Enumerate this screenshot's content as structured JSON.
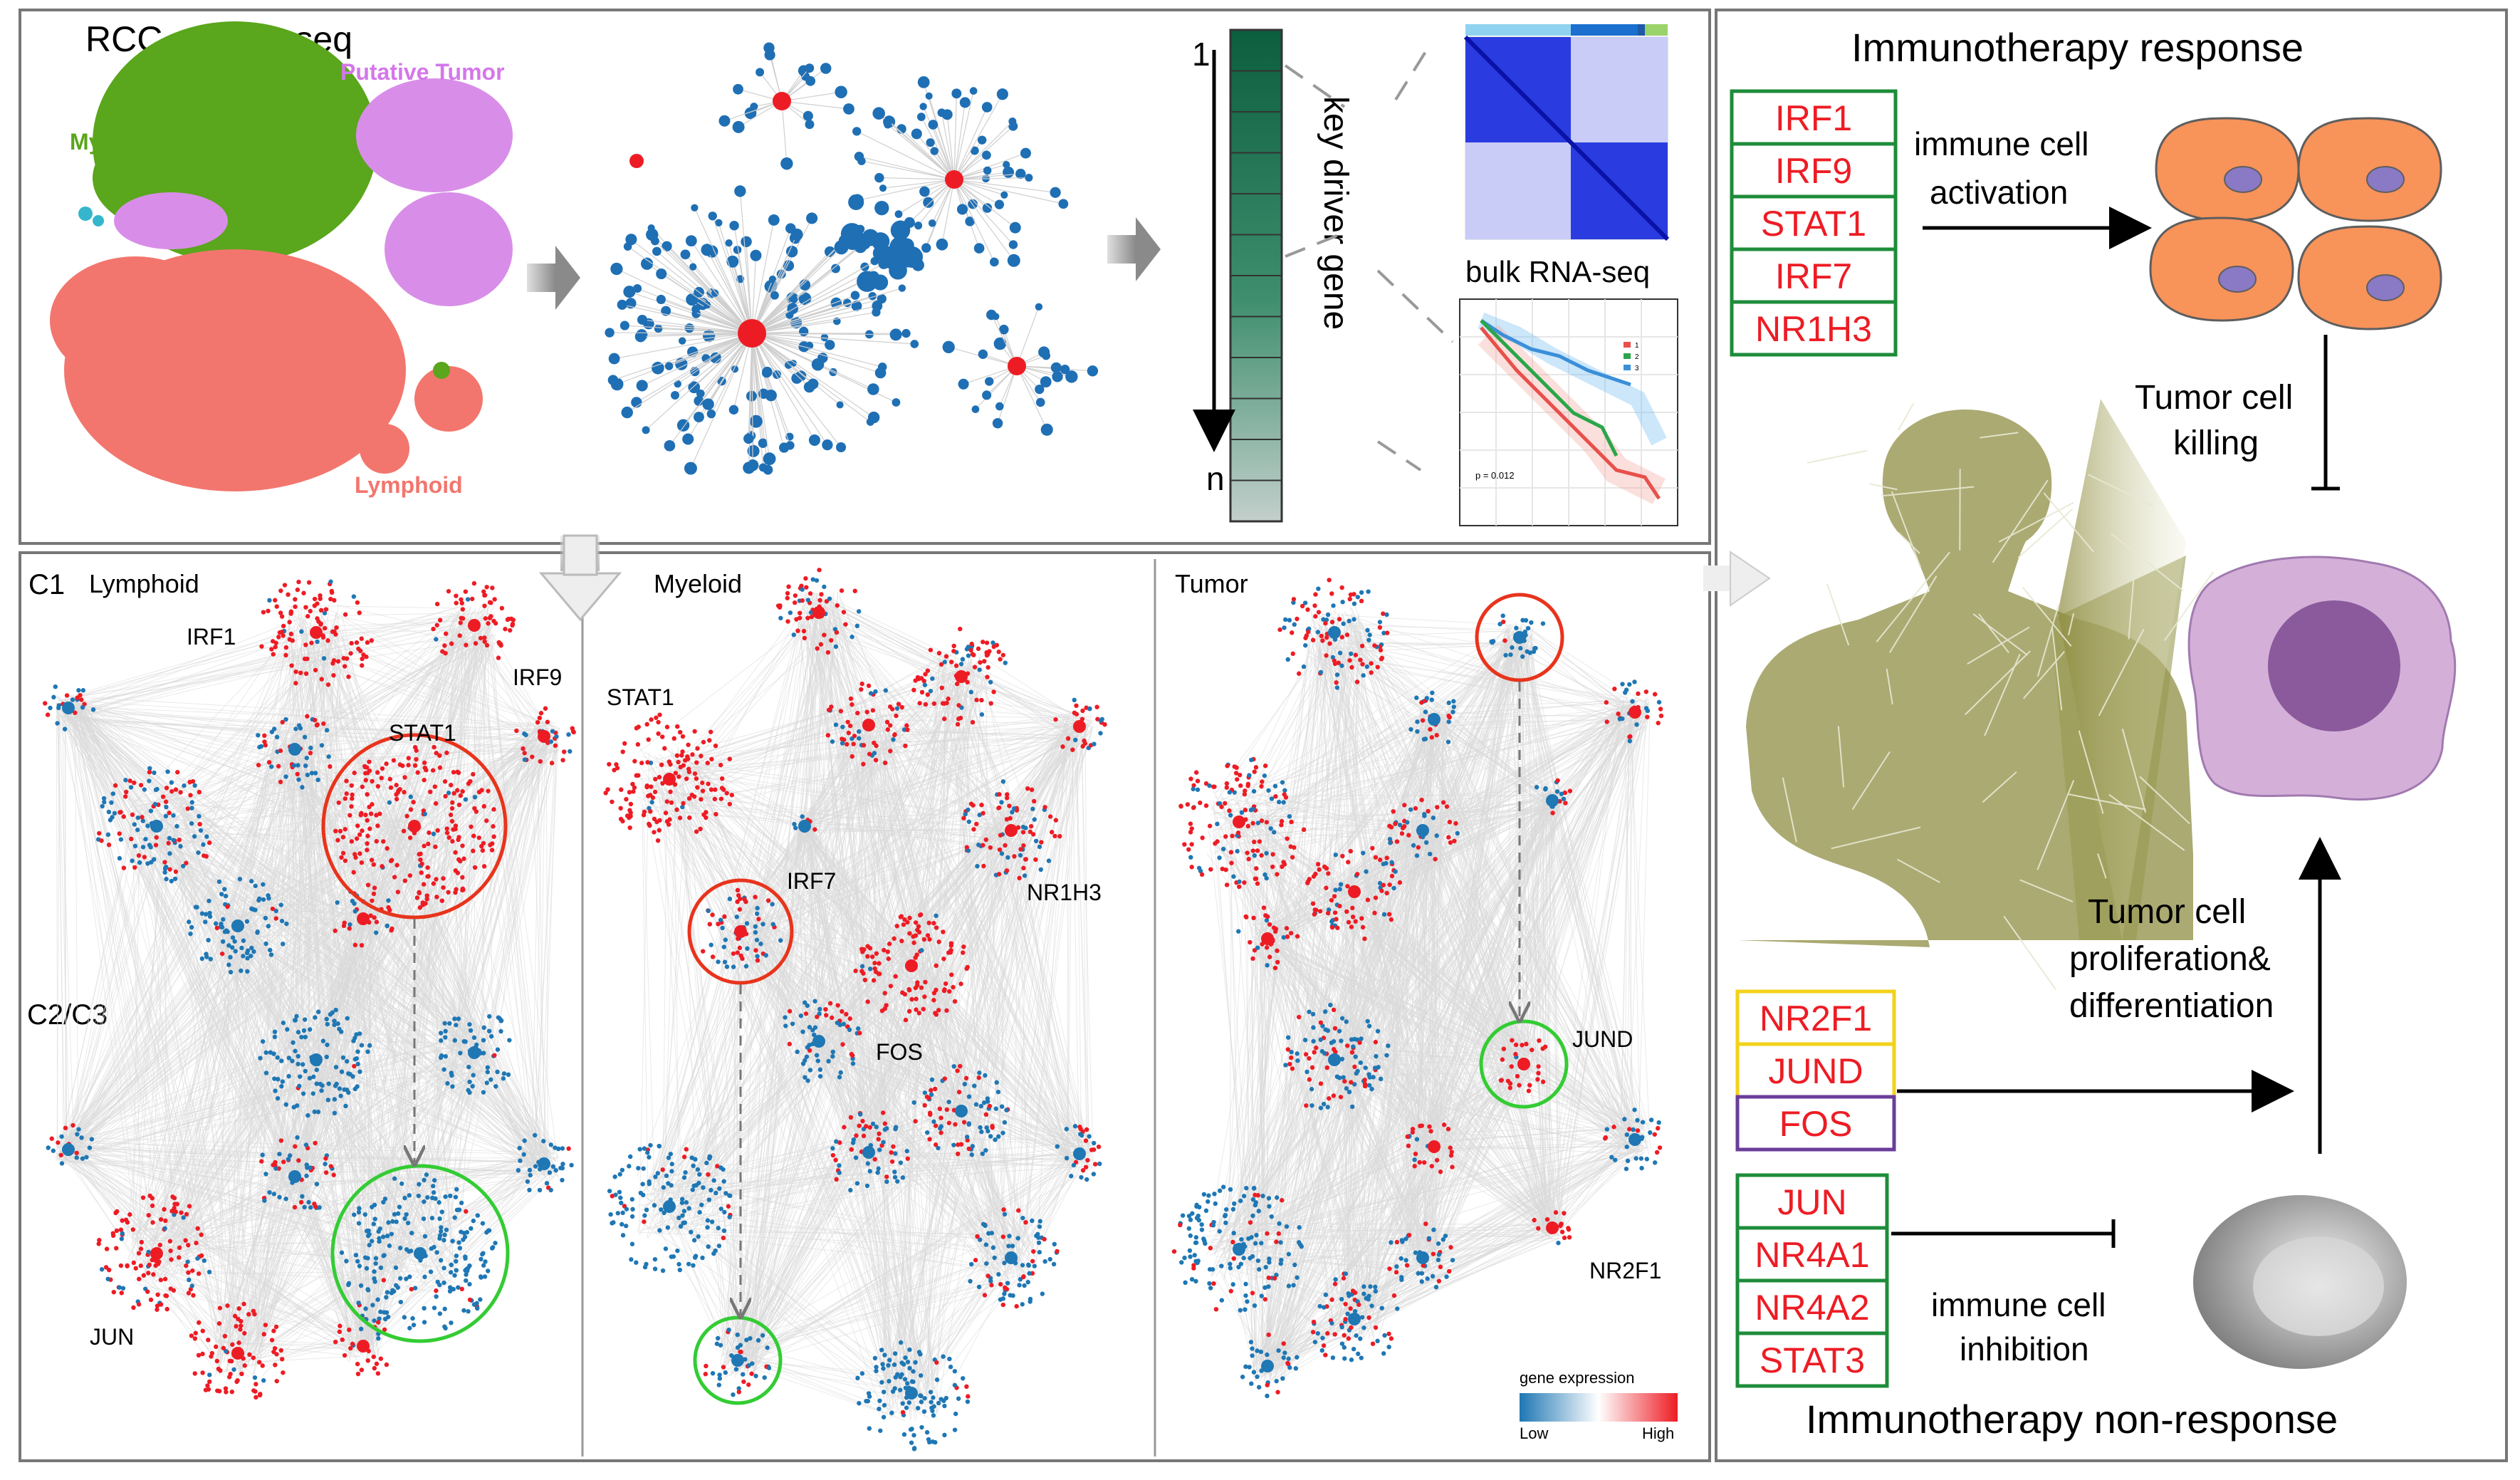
{
  "overview": {
    "scrna_title": "RCC scRNA-seq",
    "clusters": {
      "tumor": "Putative Tumor",
      "myeloid": "Myeloid",
      "lymphoid": "Lymphoid"
    },
    "rank_top": "1",
    "rank_bottom": "n",
    "key_driver_label": "key driver gene",
    "bulk_label": "bulk RNA-seq",
    "km": {
      "p_value": "p = 0.012",
      "legend": [
        "1",
        "2",
        "3"
      ]
    }
  },
  "networks": {
    "c1_label": "C1",
    "c23_label": "C2/C3",
    "lymphoid": {
      "title": "Lymphoid",
      "genes": [
        "IRF1",
        "IRF9",
        "STAT1",
        "JUN"
      ]
    },
    "myeloid": {
      "title": "Myeloid",
      "genes": [
        "STAT1",
        "IRF7",
        "NR1H3",
        "FOS"
      ]
    },
    "tumor": {
      "title": "Tumor",
      "genes": [
        "JUND",
        "NR2F1"
      ]
    },
    "legend": {
      "title": "gene expression",
      "low": "Low",
      "high": "High"
    }
  },
  "response": {
    "title": "Immunotherapy response",
    "activation_genes": [
      "IRF1",
      "IRF9",
      "STAT1",
      "IRF7",
      "NR1H3"
    ],
    "activation_line1": "immune cell",
    "activation_line2": "activation",
    "killing_line1": "Tumor cell",
    "killing_line2": "killing",
    "prolif_line1": "Tumor cell",
    "prolif_line2": "proliferation&",
    "prolif_line3": "differentiation",
    "prolif_genes": [
      "NR2F1",
      "JUND",
      "FOS"
    ],
    "inhibition_genes": [
      "JUN",
      "NR4A1",
      "NR4A2",
      "STAT3"
    ],
    "inhibition_line1": "immune cell",
    "inhibition_line2": "inhibition",
    "nonresponse_title": "Immunotherapy non-response"
  },
  "colors": {
    "red": "#ed1c24",
    "blue": "#1f77b4",
    "green_box": "#1e8c3a",
    "yellow_box": "#f2d21b",
    "purple_box": "#6a3d9a"
  }
}
